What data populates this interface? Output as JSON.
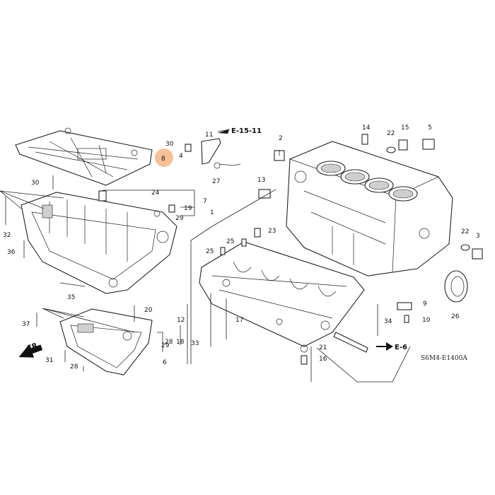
{
  "diagram": {
    "code": "S6M4-E1400A",
    "highlight_color": "#f6b98a",
    "highlighted_part": "8",
    "refs": {
      "top": "E-15-11",
      "right": "E-6",
      "front": "FR."
    },
    "callouts": [
      "1",
      "2",
      "3",
      "4",
      "5",
      "6",
      "7",
      "8",
      "9",
      "10",
      "11",
      "12",
      "13",
      "14",
      "15",
      "16",
      "17",
      "18",
      "19",
      "20",
      "21",
      "22",
      "22",
      "23",
      "24",
      "25",
      "25",
      "26",
      "27",
      "28",
      "28",
      "29",
      "29",
      "30",
      "30",
      "31",
      "32",
      "33",
      "34",
      "35",
      "36",
      "37"
    ]
  }
}
